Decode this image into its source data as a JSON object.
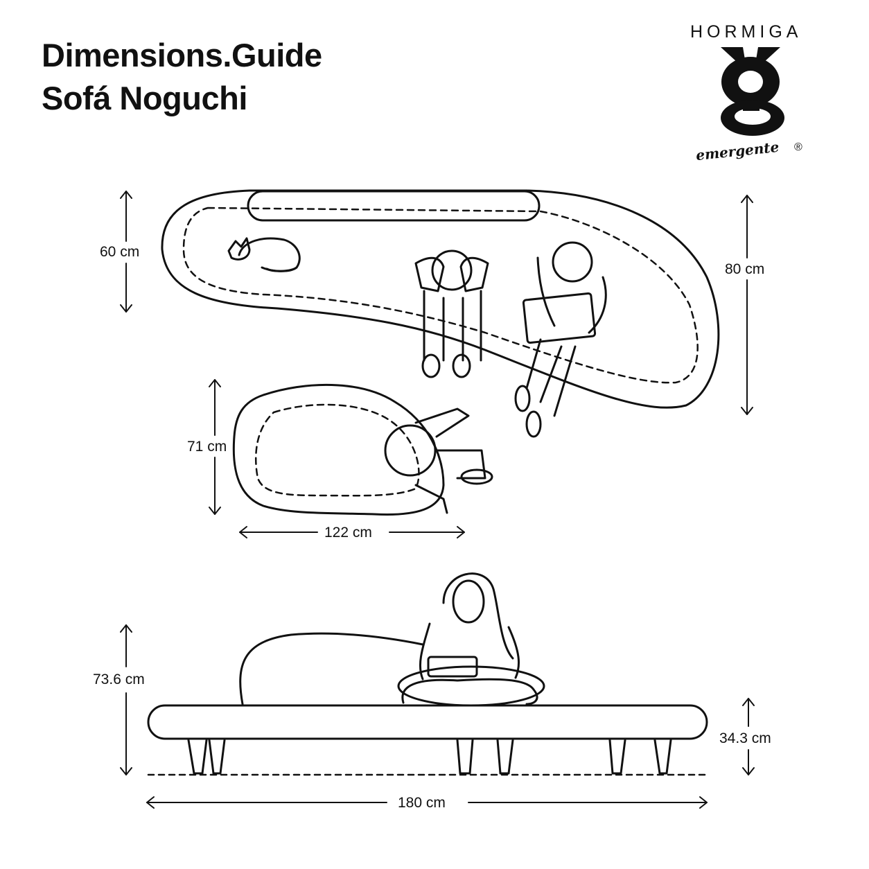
{
  "header": {
    "title": "Dimensions.Guide",
    "subtitle": "Sofá Noguchi"
  },
  "brand": {
    "name": "HORMIGA",
    "tagline": "emergente",
    "registered": "®",
    "logo_icon": "ant-g-logo"
  },
  "dimensions": {
    "seat_depth": "60 cm",
    "total_depth": "80 cm",
    "ottoman_depth": "71 cm",
    "ottoman_width": "122 cm",
    "height": "73.6 cm",
    "seat_height": "34.3 cm",
    "length": "180 cm"
  },
  "colors": {
    "line": "#111111",
    "background": "#ffffff"
  }
}
